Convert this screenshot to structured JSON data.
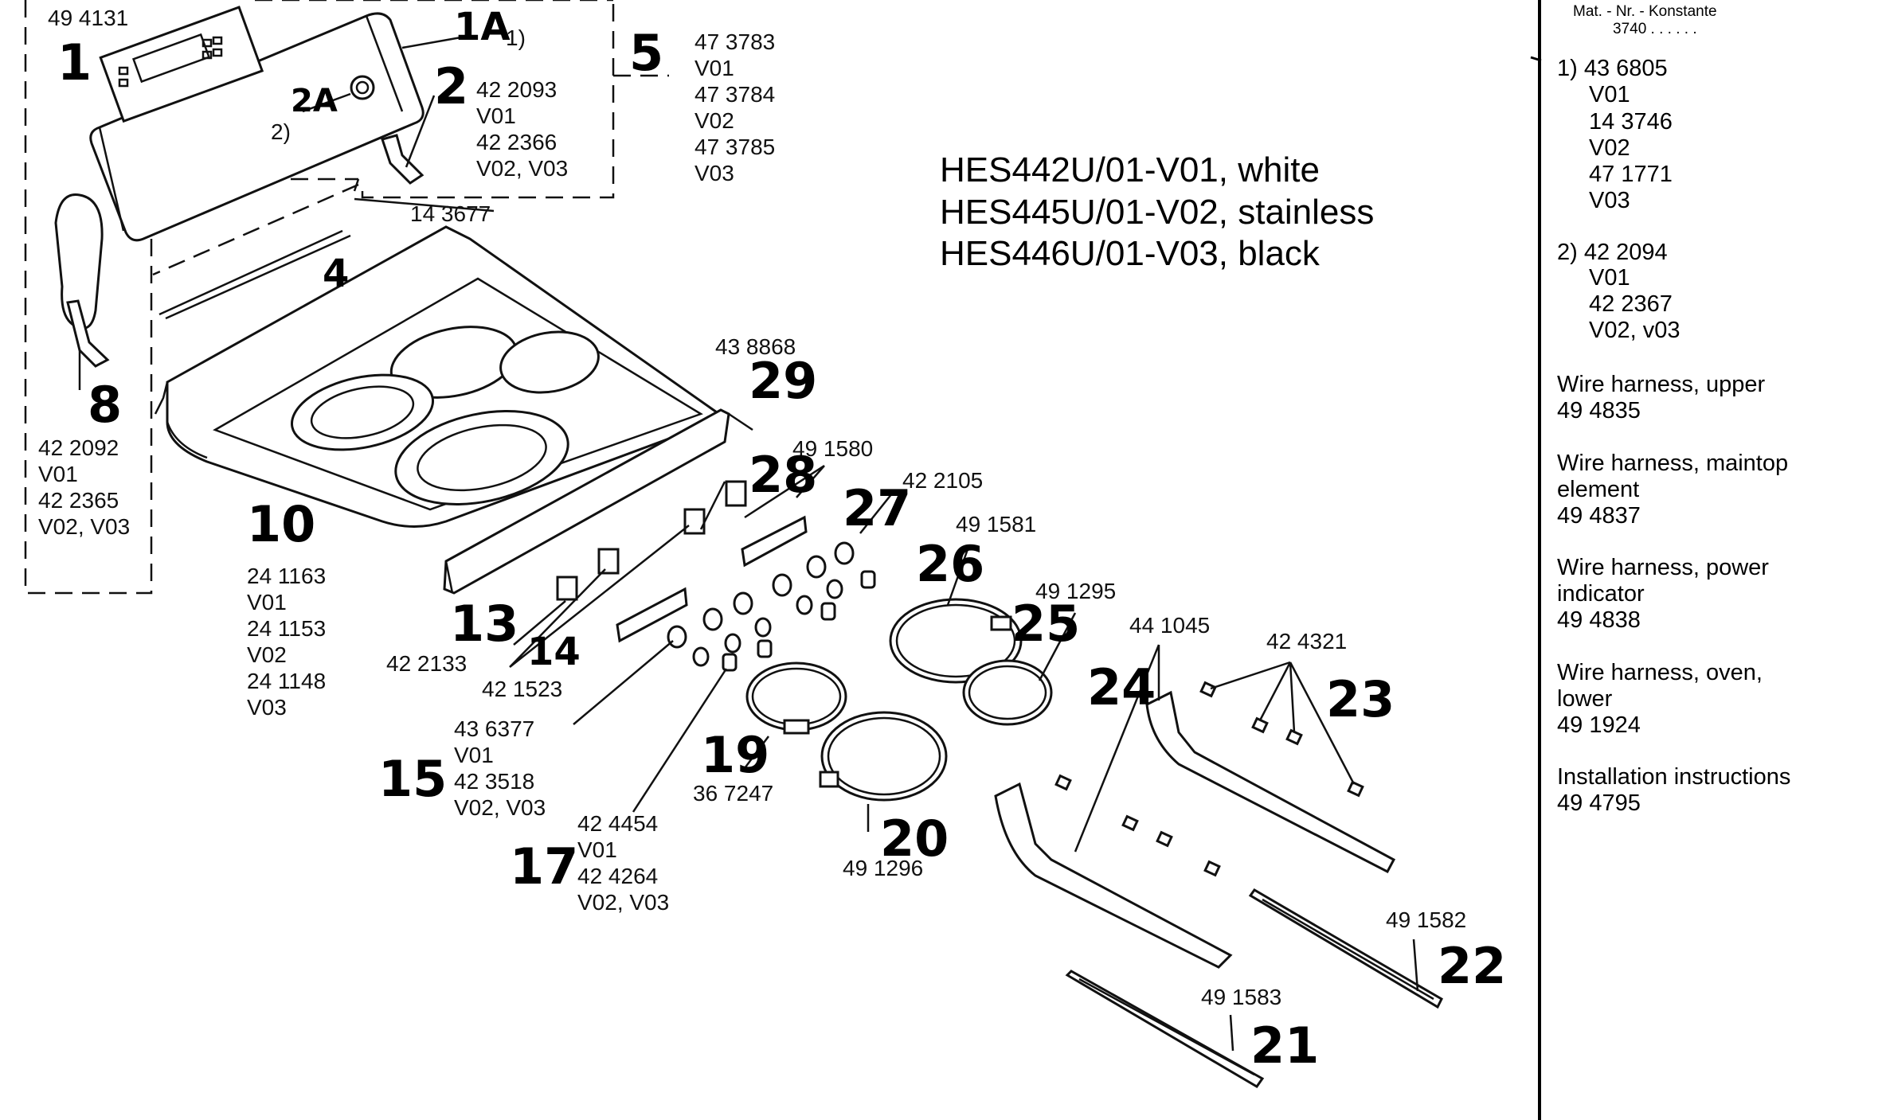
{
  "title_lines": [
    "HES442U/01-V01, white",
    "HES445U/01-V02, stainless",
    "HES446U/01-V03, black"
  ],
  "sidebar": {
    "header_line1": "Mat. - Nr. - Konstante",
    "header_line2": "3740 . .   . . . .",
    "note1": [
      "1) 43 6805",
      "V01",
      "14 3746",
      "V02",
      "47 1771",
      "V03"
    ],
    "note2": [
      "2) 42 2094",
      "V01",
      "42 2367",
      "V02, v03"
    ],
    "entries": [
      {
        "lines": [
          "Wire harness, upper",
          "49 4835"
        ]
      },
      {
        "lines": [
          "Wire harness, maintop",
          "element",
          "49 4837"
        ]
      },
      {
        "lines": [
          "Wire harness, power",
          "indicator",
          "49 4838"
        ]
      },
      {
        "lines": [
          "Wire harness, oven,",
          "lower",
          "49 1924"
        ]
      },
      {
        "lines": [
          "Installation instructions",
          "49 4795"
        ]
      }
    ]
  },
  "callouts": {
    "c1": {
      "ref": "1",
      "lines": [
        "49 4131"
      ]
    },
    "c1a": {
      "ref": "1A",
      "note": "1)"
    },
    "c2": {
      "ref": "2",
      "lines": [
        "42 2093",
        "V01",
        "42 2366",
        "V02, V03"
      ]
    },
    "c2a": {
      "ref": "2A",
      "note": "2)"
    },
    "c5": {
      "ref": "5",
      "lines": [
        "47 3783",
        "V01",
        "47 3784",
        "V02",
        "47 3785",
        "V03"
      ]
    },
    "c4": {
      "ref": "4",
      "lines": [
        "14 3677"
      ]
    },
    "c8": {
      "ref": "8",
      "lines": [
        "42 2092",
        "V01",
        "42 2365",
        "V02, V03"
      ]
    },
    "c10": {
      "ref": "10",
      "lines": [
        "24 1163",
        "V01",
        "24 1153",
        "V02",
        "24 1148",
        "V03"
      ]
    },
    "c13": {
      "ref": "13",
      "lines": [
        "42 2133"
      ]
    },
    "c14": {
      "ref": "14",
      "lines": [
        "42 1523"
      ]
    },
    "c15": {
      "ref": "15",
      "lines": [
        "43 6377",
        "V01",
        "42 3518",
        "V02, V03"
      ]
    },
    "c17": {
      "ref": "17",
      "lines": [
        "42 4454",
        "V01",
        "42 4264",
        "V02, V03"
      ]
    },
    "c19": {
      "ref": "19",
      "lines": [
        "36 7247"
      ]
    },
    "c20": {
      "ref": "20",
      "lines": [
        "49 1296"
      ]
    },
    "c21": {
      "ref": "21",
      "lines": [
        "49 1583"
      ]
    },
    "c22": {
      "ref": "22",
      "lines": [
        "49 1582"
      ]
    },
    "c23": {
      "ref": "23",
      "lines": [
        "42 4321"
      ]
    },
    "c24": {
      "ref": "24",
      "lines": [
        "44 1045"
      ]
    },
    "c25": {
      "ref": "25",
      "lines": [
        "49 1295"
      ]
    },
    "c26": {
      "ref": "26",
      "lines": [
        "49 1581"
      ]
    },
    "c27": {
      "ref": "27",
      "lines": [
        "42 2105"
      ]
    },
    "c28": {
      "ref": "28",
      "lines": [
        "49 1580"
      ]
    },
    "c29": {
      "ref": "29",
      "lines": [
        "43 8868"
      ]
    }
  }
}
